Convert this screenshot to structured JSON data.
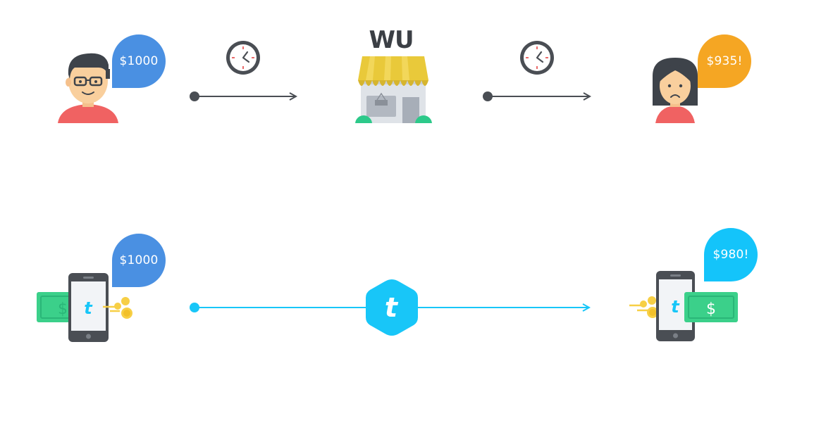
{
  "flow_traditional": {
    "sender_amount": "$1000",
    "provider_logo": "WU",
    "recipient_amount": "$935!"
  },
  "flow_app": {
    "sender_amount": "$1000",
    "recipient_amount": "$980!"
  },
  "colors": {
    "blue_bubble": "#4a90e2",
    "orange_bubble": "#f5a623",
    "cyan_bubble": "#14c4fa",
    "dark_line": "#4a4e54",
    "cyan_line": "#18c6f8",
    "money_green": "#3bd08a",
    "awning_yellow": "#e9c93a"
  }
}
